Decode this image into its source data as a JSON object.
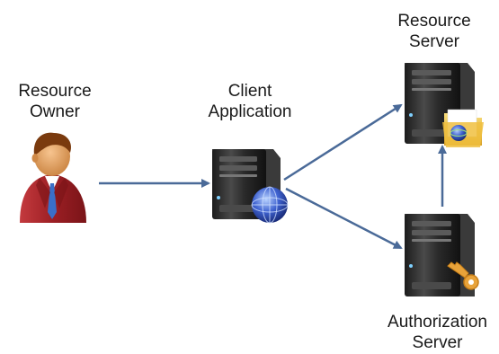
{
  "nodes": {
    "resource_owner": {
      "line1": "Resource",
      "line2": "Owner"
    },
    "client_application": {
      "line1": "Client",
      "line2": "Application"
    },
    "resource_server": {
      "line1": "Resource",
      "line2": "Server"
    },
    "authorization_server": {
      "line1": "Authorization",
      "line2": "Server"
    }
  },
  "colors": {
    "arrow": "#4a6a98",
    "server_body": "#2b2b2b",
    "server_highlight": "#6b6b6b",
    "suit": "#a2262a",
    "tie": "#3a6fc8",
    "skin": "#e2a061",
    "hair": "#7a3a0e",
    "key": "#e8a33a",
    "folder": "#e8c04a",
    "globe": "#3a5fc8"
  },
  "icons": [
    "person-icon",
    "server-icon",
    "globe-icon",
    "folder-icon",
    "key-icon"
  ]
}
